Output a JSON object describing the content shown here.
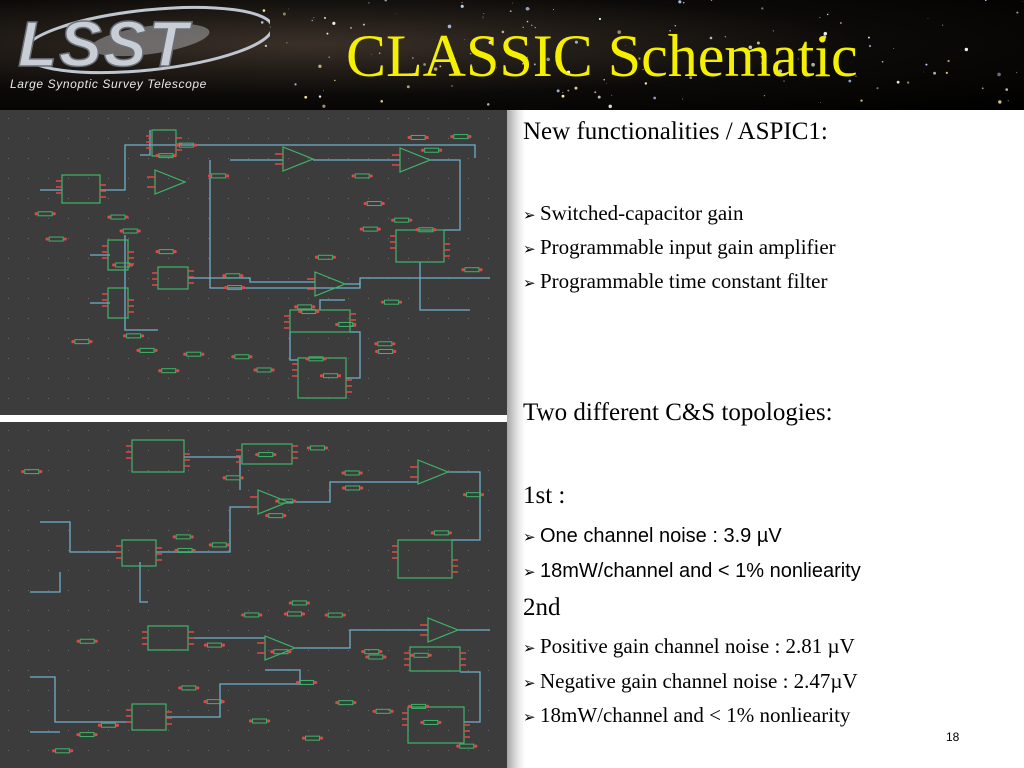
{
  "header": {
    "logo_text": "LSST",
    "logo_subtitle": "Large Synoptic Survey Telescope",
    "title": "CLASSIC Schematic"
  },
  "content": {
    "heading1": "New functionalities / ASPIC1:",
    "bullets1": [
      "Switched-capacitor gain",
      "Programmable input gain amplifier",
      "Programmable time constant filter"
    ],
    "heading2": "Two different C&S topologies:",
    "first_label": "1st :",
    "bullets_first": [
      "One channel noise : 3.9 µV",
      "18mW/channel and < 1% nonliearity"
    ],
    "second_label": "2nd",
    "bullets_second": [
      "Positive gain channel noise : 2.81 µV",
      "Negative gain channel noise : 2.47µV",
      "18mW/channel and < 1% nonliearity"
    ]
  },
  "page_number": "18",
  "colors": {
    "title": "#f5f000",
    "schematic_bg": "#3c3c3c",
    "wire": "#6fb0c8",
    "component": "#3fb56a",
    "pin": "#e04848"
  },
  "icons": {
    "bullet": "arrowhead-bullet-icon"
  }
}
